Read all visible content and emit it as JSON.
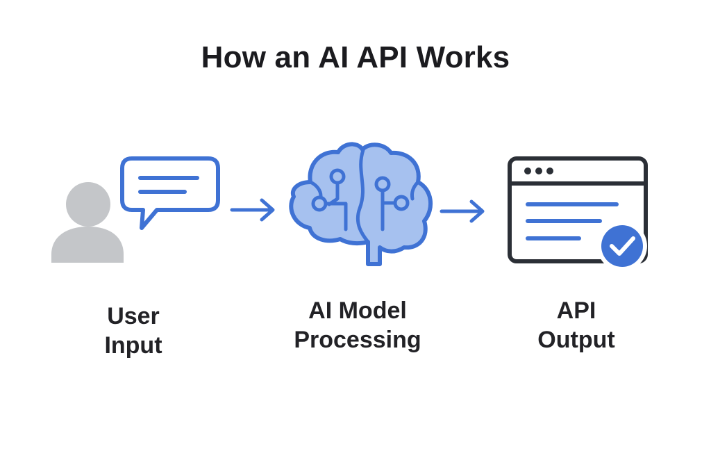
{
  "title": "How an AI API Works",
  "steps": [
    {
      "line1": "User",
      "line2": "Input",
      "icon": "user-chat-icon"
    },
    {
      "line1": "AI Model",
      "line2": "Processing",
      "icon": "brain-circuit-icon"
    },
    {
      "line1": "API",
      "line2": "Output",
      "icon": "browser-check-icon"
    }
  ],
  "colors": {
    "accent": "#3f72d4",
    "accent_light": "#a6c1ef",
    "person": "#c4c6c9",
    "frame": "#2b2f36",
    "text": "#1b1b1f"
  }
}
